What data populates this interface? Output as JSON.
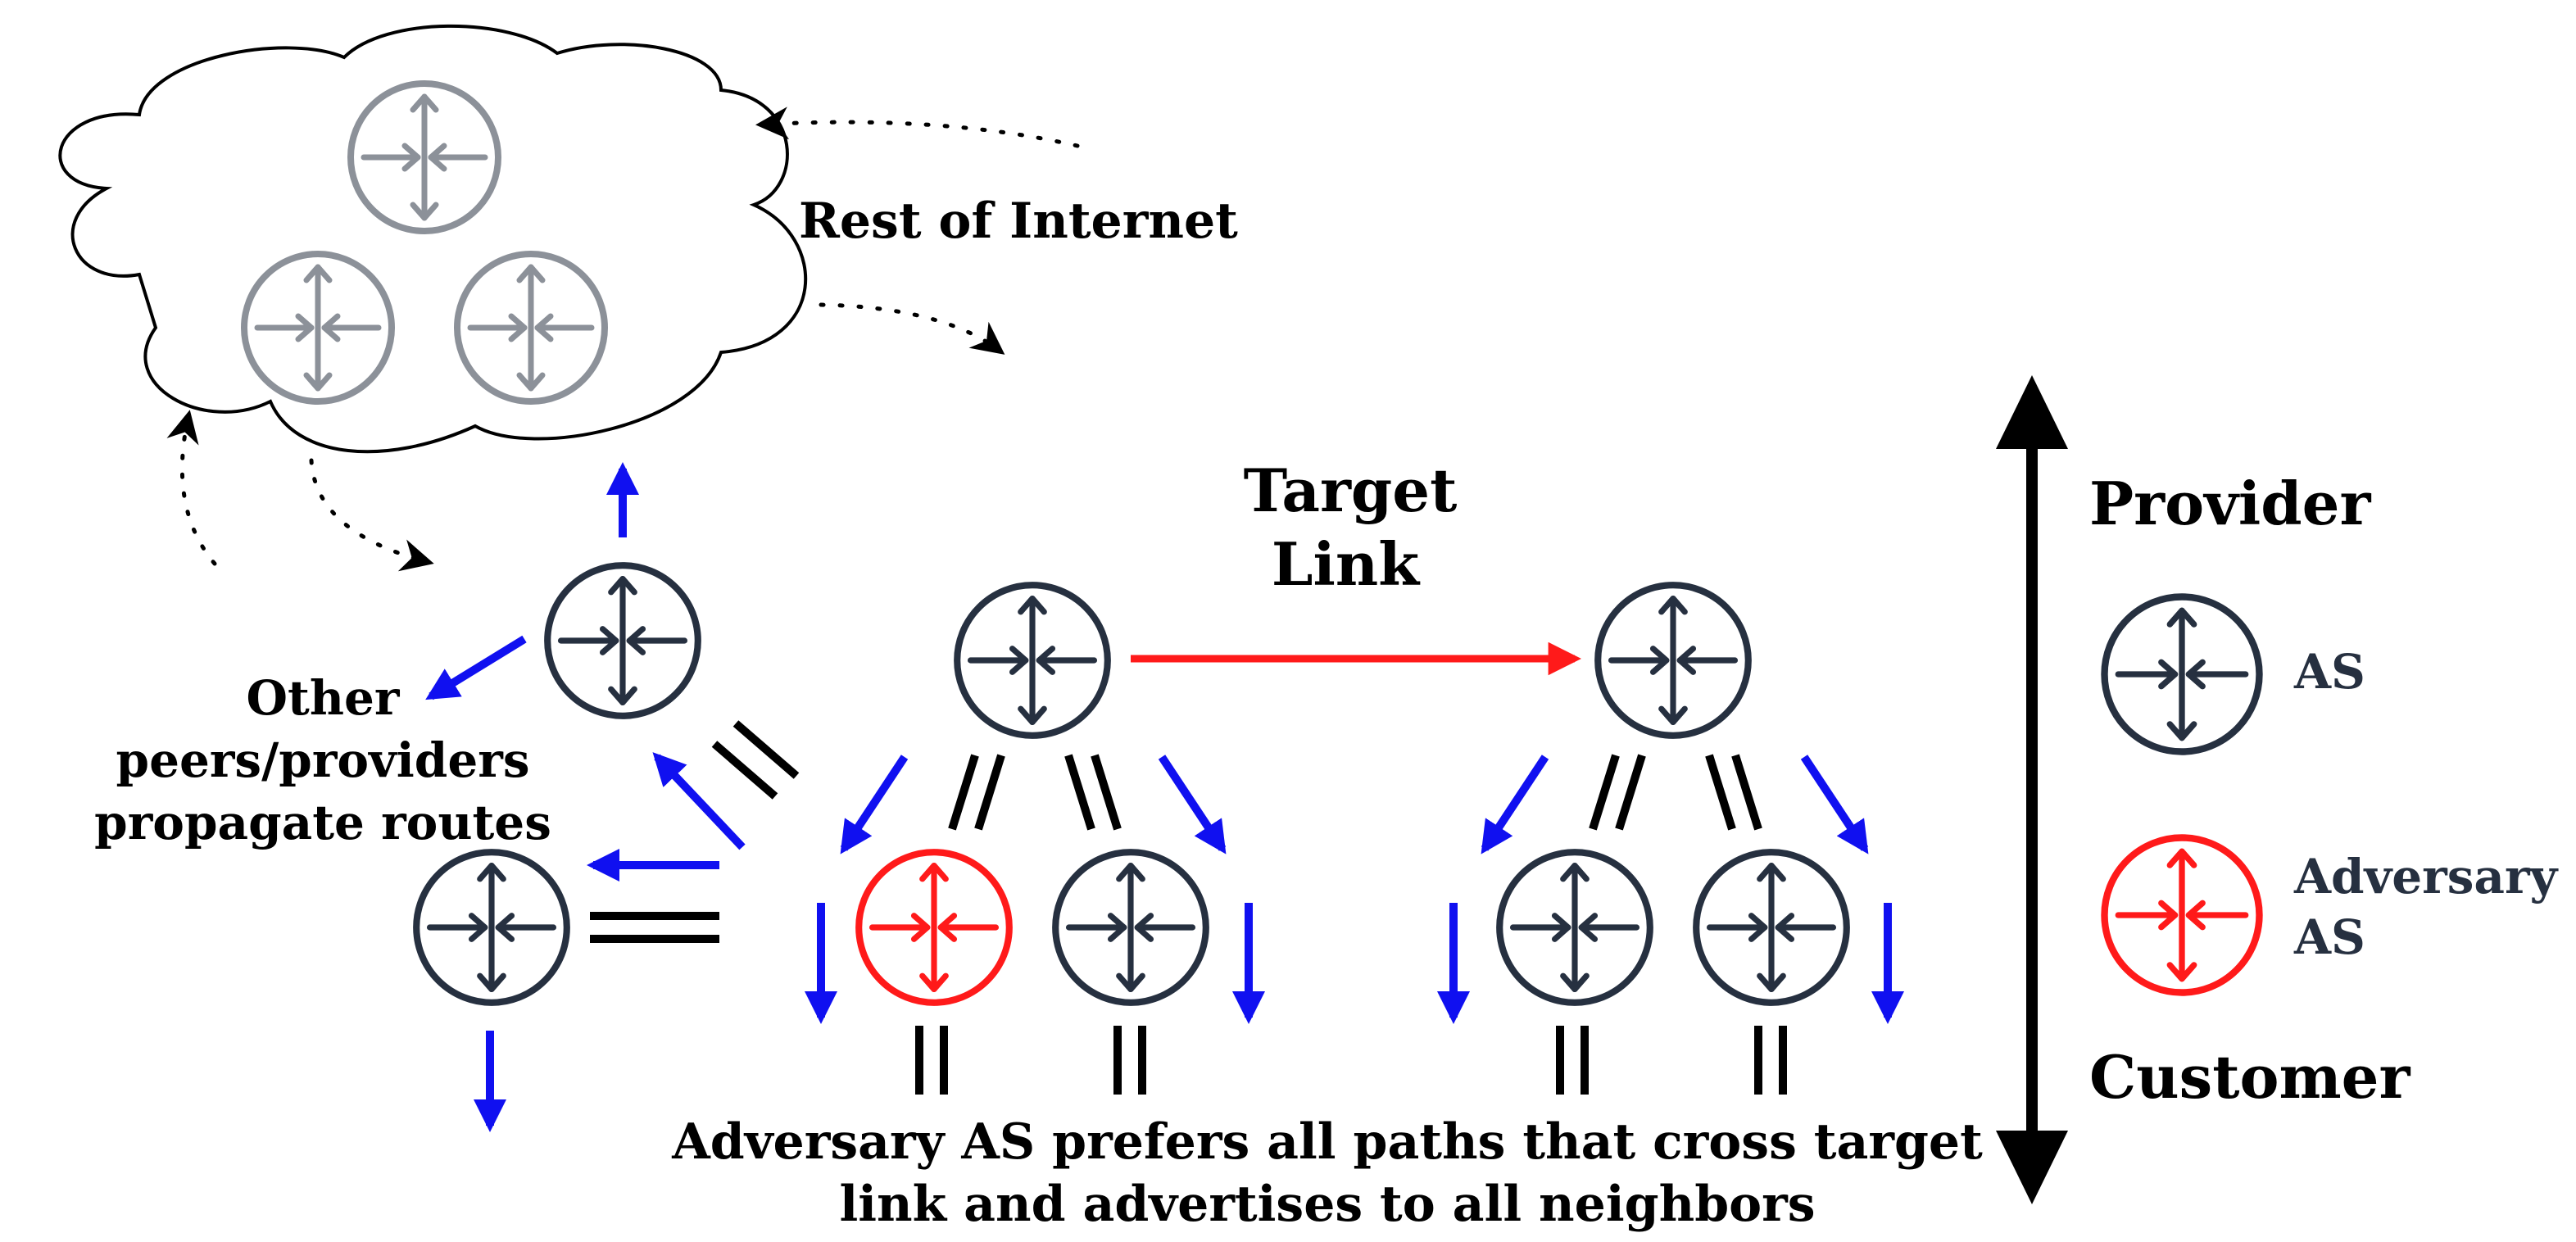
{
  "colors": {
    "router_dark": "#263040",
    "router_gray": "#8c9199",
    "adversary": "#ff1a1a",
    "propagation": "#1010f0",
    "target_link": "#ff1a1a",
    "peering": "#000000",
    "cloud": "#000000"
  },
  "icons": {
    "as_router": "router-icon",
    "adversary_router": "adversary-router-icon"
  },
  "labels": {
    "internet": "Rest of Internet",
    "target_link_line1": "Target",
    "target_link_line2": "Link",
    "other_line1": "Other",
    "other_line2": "peers/providers",
    "other_line3": "propagate routes",
    "caption_line1": "Adversary AS prefers all paths that cross target",
    "caption_line2": "link and advertises to all neighbors"
  },
  "legend": {
    "provider": "Provider",
    "customer": "Customer",
    "as_label": "AS",
    "adversary_line1": "Adversary",
    "adversary_line2": "AS"
  }
}
